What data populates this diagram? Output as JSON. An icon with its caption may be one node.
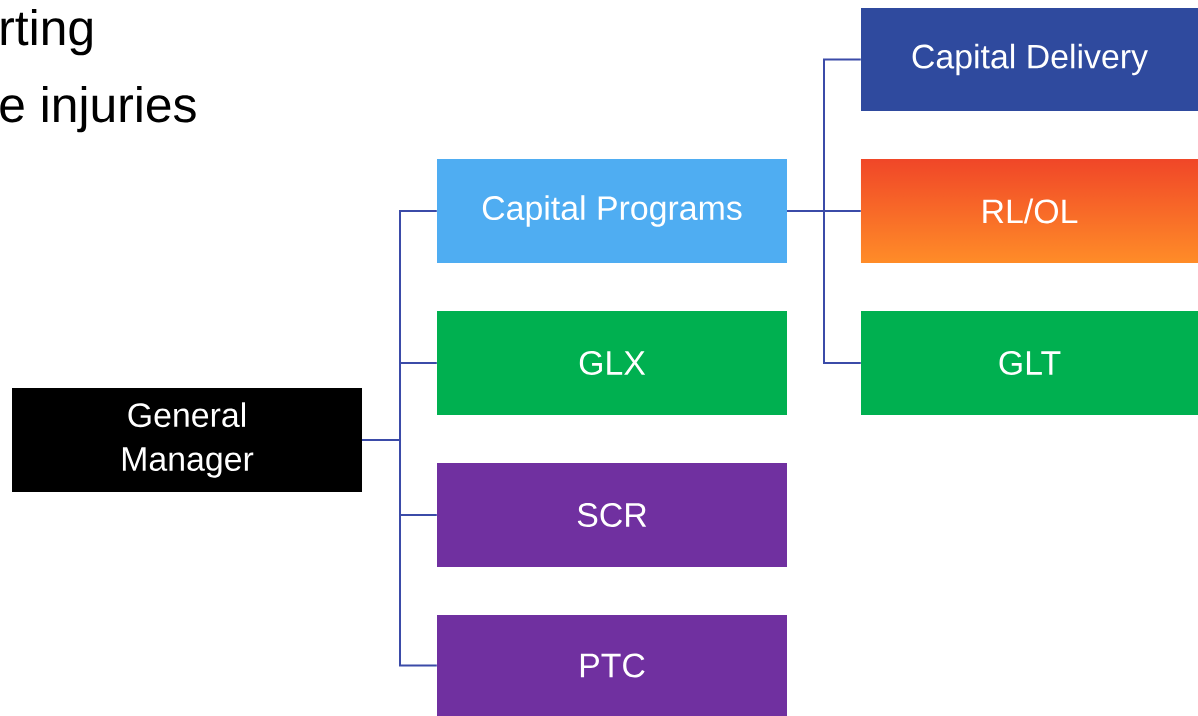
{
  "diagram": {
    "nodes": [
      {
        "text": [
          "General Manager"
        ]
      },
      {
        "text": [
          "Capital Programs"
        ]
      },
      {
        "text": [
          "GLX"
        ]
      },
      {
        "text": [
          "SCR"
        ]
      },
      {
        "text": [
          "PTC"
        ]
      },
      {
        "text": [
          "Capital Delivery"
        ]
      },
      {
        "text": [
          "RL/OL"
        ]
      },
      {
        "text": [
          "GLT"
        ]
      }
    ],
    "edges": [
      {
        "from": 0,
        "to": 1,
        "arrow": "none"
      },
      {
        "from": 0,
        "to": 2,
        "arrow": "none"
      },
      {
        "from": 0,
        "to": 3,
        "arrow": "none"
      },
      {
        "from": 0,
        "to": 4,
        "arrow": "none"
      },
      {
        "from": 1,
        "to": 5,
        "arrow": "none"
      },
      {
        "from": 1,
        "to": 6,
        "arrow": "none"
      },
      {
        "from": 1,
        "to": 7,
        "arrow": "none"
      }
    ],
    "labels": [
      "rting",
      "e injuries"
    ]
  }
}
